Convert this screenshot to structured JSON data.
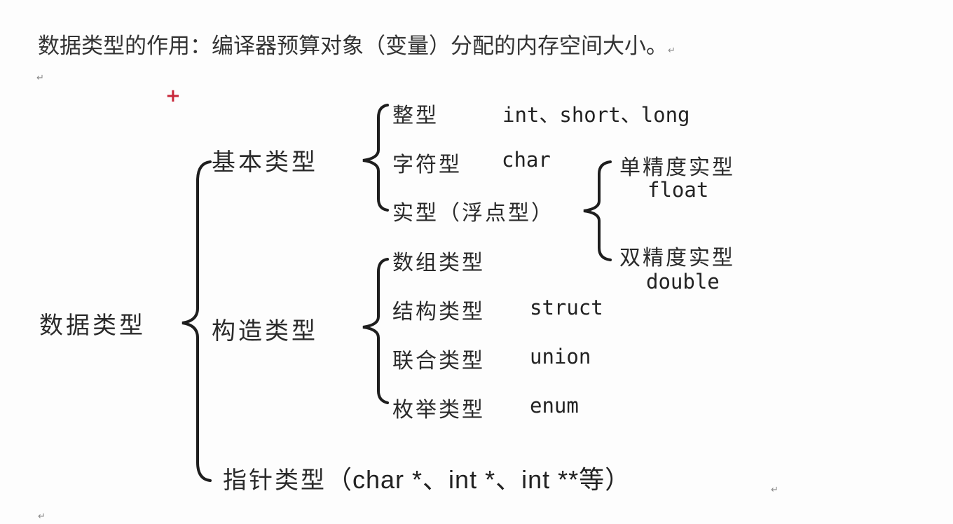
{
  "heading": {
    "text": "数据类型的作用：编译器预算对象（变量）分配的内存空间大小。",
    "para_mark": "↵"
  },
  "cursor_icon": "+",
  "tree": {
    "root": "数据类型",
    "basic": {
      "label": "基本类型",
      "items": [
        {
          "label": "整型",
          "code": "int、short、long"
        },
        {
          "label": "字符型",
          "code": "char"
        },
        {
          "label": "实型（浮点型）",
          "code": ""
        }
      ],
      "real": {
        "single": {
          "label": "单精度实型",
          "code": "float"
        },
        "double": {
          "label": "双精度实型",
          "code": "double"
        }
      }
    },
    "constructed": {
      "label": "构造类型",
      "items": [
        {
          "label": "数组类型",
          "code": ""
        },
        {
          "label": "结构类型",
          "code": "struct"
        },
        {
          "label": "联合类型",
          "code": "union"
        },
        {
          "label": "枚举类型",
          "code": "enum"
        }
      ]
    },
    "pointer": {
      "label": "指针类型",
      "code": "（char *、int *、int **等）"
    }
  },
  "para_marks": [
    "↵",
    "↵",
    "↵",
    "↵"
  ],
  "colors": {
    "text": "#2a2a2a",
    "cursor": "#c8283a",
    "background": "#fdfdfd"
  }
}
